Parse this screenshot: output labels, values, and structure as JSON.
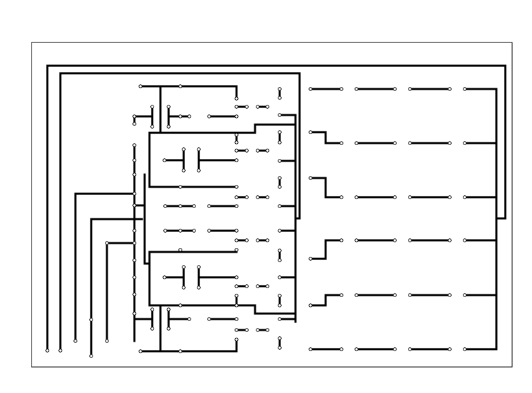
{
  "diagram": {
    "kind": "circuit schematic",
    "colors": {
      "background": "#ffffff",
      "ink": "#000000"
    },
    "labels": [],
    "components": {
      "terminal_style": "small open circle",
      "contact_style": "short horizontal or vertical bar between two terminals"
    }
  }
}
